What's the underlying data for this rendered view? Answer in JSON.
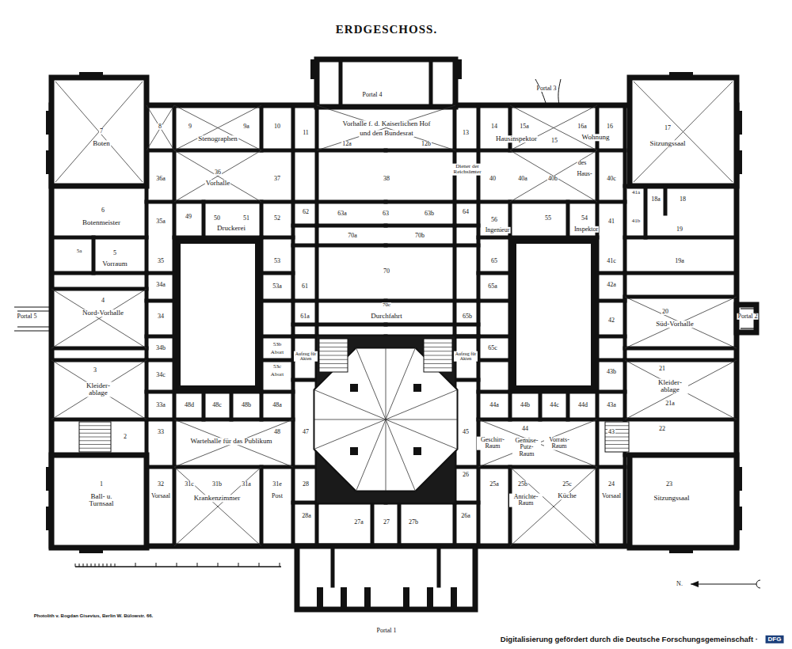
{
  "diagram": {
    "title": "ERDGESCHOSS.",
    "labels": [
      "Portal 4",
      "Portal 3",
      "7",
      "Boten",
      "8",
      "9",
      "9a",
      "10",
      "Stenographen",
      "11",
      "Vorhalle f. d. Kaiserlichen Hof",
      "und den Bundesrat",
      "12a",
      "12b",
      "13",
      "14",
      "15a",
      "Hausinspektor",
      "15",
      "16a",
      "16",
      "Wohnung",
      "17",
      "Sitzungssaal",
      "36a",
      "36",
      "Vorhalle",
      "37",
      "38",
      "Diener der Reichsämter",
      "40",
      "40a",
      "40b",
      "des",
      "Haus-",
      "40c",
      "41a",
      "18a",
      "18",
      "62",
      "63a",
      "63",
      "63b",
      "64",
      "6",
      "Botenmeister",
      "35a",
      "49",
      "50",
      "51",
      "Druckerei",
      "52",
      "56",
      "Ingenieur",
      "55",
      "54",
      "Inspektor",
      "41",
      "41b",
      "19",
      "70a",
      "70b",
      "70",
      "5a",
      "5",
      "Vorraum",
      "35",
      "53",
      "65",
      "19a",
      "41c",
      "61",
      "53a",
      "65a",
      "42a",
      "34a",
      "70c",
      "Durchfahrt",
      "61a",
      "65b",
      "4",
      "Nord-Vorhalle",
      "Portal 5",
      "34",
      "20",
      "Süd-Vorhalle",
      "Portal 2",
      "42",
      "53b",
      "Abort",
      "53c",
      "Abort",
      "Aufzug für Akten",
      "Aufzug für Akten",
      "34b",
      "65c",
      "34c",
      "43b",
      "21",
      "3",
      "Kleider- ablage",
      "Kleider- ablage",
      "21a",
      "33a",
      "48d",
      "48c",
      "48b",
      "48a",
      "44a",
      "44b",
      "44c",
      "44d",
      "43a",
      "33",
      "Wartehalle für das Publikum",
      "48",
      "47",
      "45",
      "Geschirr- Raum",
      "44",
      "Gemüse- Putz- Raum",
      "Vorrats- Raum",
      "43",
      "2",
      "22",
      "32",
      "Vorsaal",
      "31c",
      "31b",
      "31a",
      "Krankenzimmer",
      "31e",
      "Post",
      "28",
      "26",
      "25a",
      "25b",
      "Anrichte- Raum",
      "25c",
      "Küche",
      "24",
      "Vorsaal",
      "1",
      "Ball- u. Turnsaal",
      "23",
      "Sitzungssaal",
      "28a",
      "27a",
      "27",
      "27b",
      "26a",
      "Portal 1",
      "N.",
      "Photolith v. Bogdan Gisevius, Berlin W. Bülowstr. 66.",
      "Digitalisierung gefördert durch die Deutsche Forschungsgemeinschaft ·",
      "DFG"
    ]
  }
}
